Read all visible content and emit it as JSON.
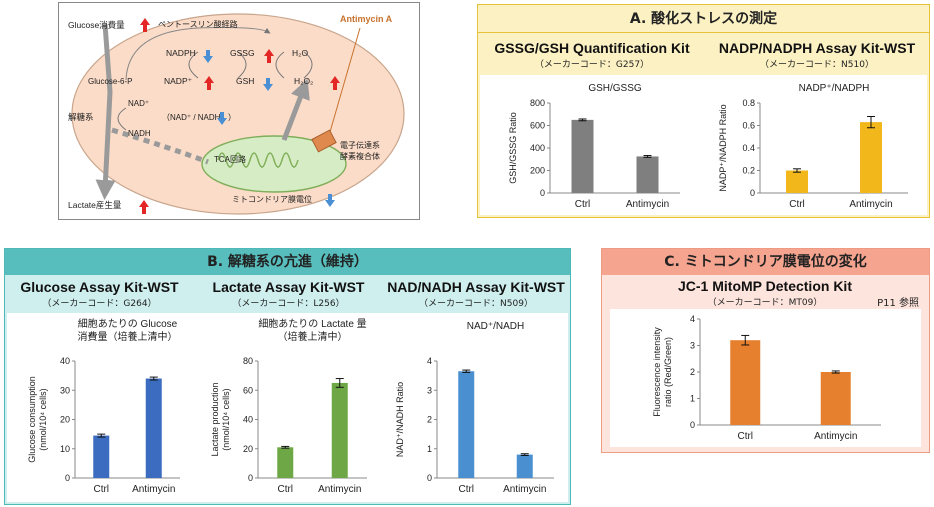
{
  "diagram": {
    "labels": {
      "glucose_consumption": "Glucose消費量",
      "pentose_pathway": "ペントースリン酸経路",
      "nadph": "NADPH",
      "gssg": "GSSG",
      "h2o": "H₂O",
      "nadp_plus": "NADP⁺",
      "gsh": "GSH",
      "h2o2": "H₂O₂",
      "glucose_6p": "Glucose-6-P",
      "nad_plus": "NAD⁺",
      "nad_ratio": "（NAD⁺ / NADH",
      "nad_ratio_close": "）",
      "glycolysis": "解糖系",
      "nadh": "NADH",
      "tca": "TCA回路",
      "etc_line1": "電子伝達系",
      "etc_line2": "酵素複合体",
      "antimycin": "Antimycin A",
      "mito_potential": "ミトコンドリア膜電位",
      "lactate_production": "Lactate産生量"
    },
    "colors": {
      "cell": "#fbdcc8",
      "cell_border": "#c8a58c",
      "mito": "#d6ecc4",
      "mito_border": "#7fae5a",
      "up": "#e32626",
      "down": "#4a8fd4",
      "etc": "#e0894f",
      "antimycin": "#c8732e"
    }
  },
  "panels": {
    "a": {
      "title": "A. 酸化ストレスの測定",
      "kits": [
        {
          "name": "GSSG/GSH Quantification Kit",
          "code": "（メーカーコード：G257）"
        },
        {
          "name": "NADP/NADPH Assay Kit-WST",
          "code": "（メーカーコード：N510）"
        }
      ],
      "colors": {
        "background": "#fbf1c3",
        "header": "#e6c23a"
      }
    },
    "b": {
      "title": "B. 解糖系の亢進（維持）",
      "kits": [
        {
          "name": "Glucose Assay Kit-WST",
          "code": "（メーカーコード：G264）"
        },
        {
          "name": "Lactate Assay Kit-WST",
          "code": "（メーカーコード：L256）"
        },
        {
          "name": "NAD/NADH Assay Kit-WST",
          "code": "（メーカーコード：N509）"
        }
      ],
      "colors": {
        "background": "#cfeeee",
        "header": "#57bdbd"
      }
    },
    "c": {
      "title": "C. ミトコンドリア膜電位の変化",
      "kits": [
        {
          "name": "JC-1 MitoMP Detection Kit",
          "code": "（メーカーコード：MT09）"
        }
      ],
      "page_ref": "P11 参照",
      "colors": {
        "background": "#fde4dc",
        "header": "#f5a48f"
      }
    }
  },
  "chart_data": [
    {
      "id": "chart-a1",
      "type": "bar",
      "title": "GSH/GSSG",
      "subtitle": "",
      "categories": [
        "Ctrl",
        "Antimycin"
      ],
      "values": [
        650,
        325
      ],
      "errors": [
        8,
        8
      ],
      "ylabel": "GSH/GSSG Ratio",
      "ylim": [
        0,
        800
      ],
      "yticks": [
        0,
        200,
        400,
        600,
        800
      ],
      "ytick_labels": [
        "0",
        "200",
        "400",
        "600",
        "800"
      ],
      "color": "#7f7f7f"
    },
    {
      "id": "chart-a2",
      "type": "bar",
      "title": "NADP⁺/NADPH",
      "subtitle": "",
      "categories": [
        "Ctrl",
        "Antimycin"
      ],
      "values": [
        0.2,
        0.63
      ],
      "errors": [
        0.015,
        0.05
      ],
      "ylabel": "NADP⁺/NADPH Ratio",
      "ylim": [
        0,
        0.8
      ],
      "yticks": [
        0,
        0.2,
        0.4,
        0.6,
        0.8
      ],
      "ytick_labels": [
        "0",
        "0.2",
        "0.4",
        "0.6",
        "0.8"
      ],
      "color": "#f2b81b"
    },
    {
      "id": "chart-b1",
      "type": "bar",
      "title": "細胞あたりの Glucose",
      "subtitle": "消費量（培養上清中）",
      "categories": [
        "Ctrl",
        "Antimycin"
      ],
      "values": [
        14.5,
        34
      ],
      "errors": [
        0.5,
        0.5
      ],
      "ylabel": "Glucose consumption",
      "ylabel2": "(nmol/10⁴ cells)",
      "ylim": [
        0,
        40
      ],
      "yticks": [
        0,
        10,
        20,
        30,
        40
      ],
      "ytick_labels": [
        "0",
        "10",
        "20",
        "30",
        "40"
      ],
      "color": "#3c6cc0"
    },
    {
      "id": "chart-b2",
      "type": "bar",
      "title": "細胞あたりの Lactate 量",
      "subtitle": "（培養上清中）",
      "categories": [
        "Ctrl",
        "Antimycin"
      ],
      "values": [
        21,
        65
      ],
      "errors": [
        0.6,
        3
      ],
      "ylabel": "Lactate production",
      "ylabel2": "(nmol/10⁴ cells)",
      "ylim": [
        0,
        80
      ],
      "yticks": [
        0,
        20,
        40,
        60,
        80
      ],
      "ytick_labels": [
        "0",
        "20",
        "40",
        "60",
        "80"
      ],
      "color": "#6ea846"
    },
    {
      "id": "chart-b3",
      "type": "bar",
      "title": "NAD⁺/NADH",
      "subtitle": "",
      "categories": [
        "Ctrl",
        "Antimycin"
      ],
      "values": [
        3.65,
        0.8
      ],
      "errors": [
        0.04,
        0.03
      ],
      "ylabel": "NAD⁺/NADH Ratio",
      "ylim": [
        0,
        4
      ],
      "yticks": [
        0,
        1,
        2,
        3,
        4
      ],
      "ytick_labels": [
        "0",
        "1",
        "2",
        "3",
        "4"
      ],
      "color": "#4a90d0"
    },
    {
      "id": "chart-c1",
      "type": "bar",
      "title": "",
      "subtitle": "",
      "categories": [
        "Ctrl",
        "Antimycin"
      ],
      "values": [
        3.2,
        2.0
      ],
      "errors": [
        0.18,
        0.04
      ],
      "ylabel": "Fluorescence intensity",
      "ylabel2": "ratio (Red/Green)",
      "ylim": [
        0,
        4
      ],
      "yticks": [
        0,
        1,
        2,
        3,
        4
      ],
      "ytick_labels": [
        "0",
        "1",
        "2",
        "3",
        "4"
      ],
      "color": "#e6802e"
    }
  ]
}
